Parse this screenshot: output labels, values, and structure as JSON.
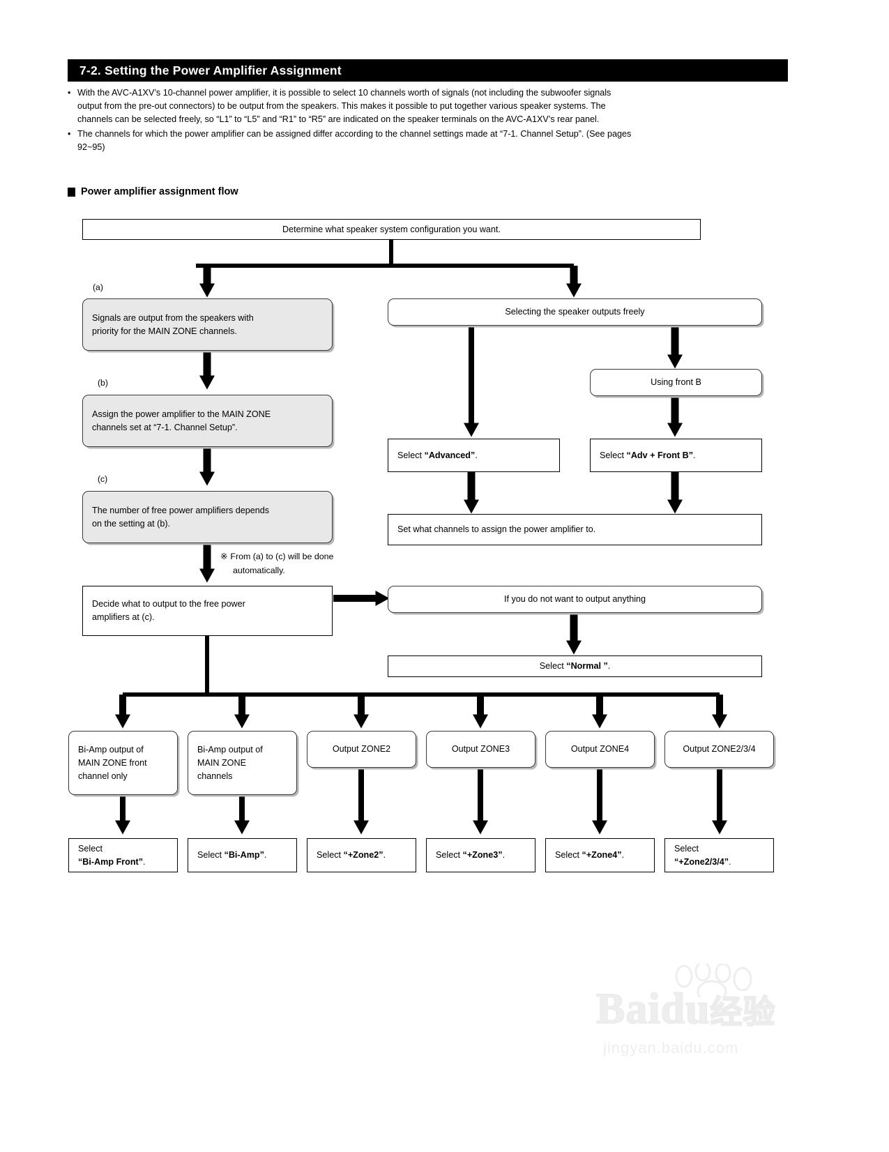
{
  "header": {
    "title": "7-2. Setting the Power Amplifier Assignment"
  },
  "intro": {
    "bullets": [
      {
        "marker": "•",
        "line1": "With the AVC-A1XV’s 10-channel power amplifier, it is possible to select 10 channels worth of signals (not including the subwoofer signals",
        "line2": "output from the pre-out connectors) to be output from the speakers. This makes it possible to put together various speaker systems. The",
        "line3": "channels can be selected freely, so “L1” to “L5” and “R1” to “R5” are indicated on the speaker terminals on the AVC-A1XV’s rear panel."
      },
      {
        "marker": "•",
        "line1": "The channels for which the power amplifier can be assigned differ according to the channel settings made at “7-1. Channel Setup”. (See pages",
        "line2": "92~95)"
      }
    ]
  },
  "subhead": {
    "label": "Power amplifier assignment flow"
  },
  "flow": {
    "start": "Determine what speaker system configuration you want.",
    "tag_a": "(a)",
    "tag_b": "(b)",
    "tag_c": "(c)",
    "box_a_line1": "Signals  are  output  from  the  speakers  with",
    "box_a_line2": "priority for the MAIN ZONE channels.",
    "box_b_line1": "Assign the power amplifier to the MAIN ZONE",
    "box_b_line2": "channels set at “7-1. Channel Setup”.",
    "box_c_line1": "The number of free power amplifiers depends",
    "box_c_line2": "on the setting at (b).",
    "note_symbol": "※",
    "note_line1": "From (a) to (c) will be done",
    "note_line2": "automatically.",
    "decide_line1": "Decide  what  to  output  to  the  free  power",
    "decide_line2": "amplifiers at (c).",
    "freely": "Selecting the speaker outputs freely",
    "front_b": "Using front B",
    "select_advanced_pre": "Select ",
    "select_advanced_bold": "“Advanced”",
    "select_advanced_post": ".",
    "select_advfrontb_pre": "Select ",
    "select_advfrontb_bold": "“Adv + Front B”",
    "select_advfrontb_post": ".",
    "set_channels": "Set what channels to assign the power amplifier to.",
    "no_output": "If you do not want to output anything",
    "select_normal_pre": "Select ",
    "select_normal_bold": "“Normal ”",
    "select_normal_post": "."
  },
  "outputs": [
    {
      "name": "bi-amp-front",
      "line1": "Bi-Amp output of",
      "line2": "MAIN ZONE front",
      "line3": "channel only",
      "select_pre": "Select",
      "select_bold": "“Bi-Amp Front”",
      "select_post": ".",
      "two_line_select": true
    },
    {
      "name": "bi-amp-main",
      "line1": "Bi-Amp output of",
      "line2": "MAIN ZONE",
      "line3": "channels",
      "select_pre": "Select ",
      "select_bold": "“Bi-Amp”",
      "select_post": ".",
      "two_line_select": false
    },
    {
      "name": "zone2",
      "line1": "Output ZONE2",
      "line2": "",
      "line3": "",
      "select_pre": "Select ",
      "select_bold": "“+Zone2”",
      "select_post": ".",
      "two_line_select": false
    },
    {
      "name": "zone3",
      "line1": "Output ZONE3",
      "line2": "",
      "line3": "",
      "select_pre": "Select ",
      "select_bold": "“+Zone3”",
      "select_post": ".",
      "two_line_select": false
    },
    {
      "name": "zone4",
      "line1": "Output ZONE4",
      "line2": "",
      "line3": "",
      "select_pre": "Select ",
      "select_bold": "“+Zone4”",
      "select_post": ".",
      "two_line_select": false
    },
    {
      "name": "zone234",
      "line1": "Output ZONE2/3/4",
      "line2": "",
      "line3": "",
      "select_pre": "Select",
      "select_bold": "“+Zone2/3/4”",
      "select_post": ".",
      "two_line_select": true
    }
  ],
  "watermark": {
    "text": "Baidu",
    "cn": "经验",
    "sub": "jingyan.baidu.com"
  }
}
